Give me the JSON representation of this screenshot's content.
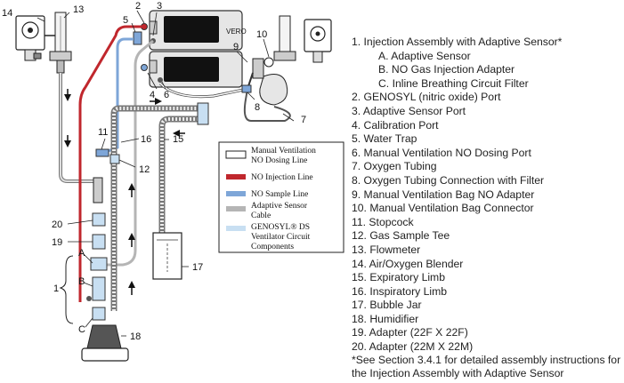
{
  "callouts": {
    "c1": "1",
    "c2": "2",
    "c3": "3",
    "c4": "4",
    "c5": "5",
    "c6": "6",
    "c7": "7",
    "c8": "8",
    "c9": "9",
    "c10": "10",
    "c11": "11",
    "c12": "12",
    "c13": "13",
    "c14": "14",
    "c15": "15",
    "c16": "16",
    "c17": "17",
    "c18": "18",
    "c19": "19",
    "c20": "20",
    "cA": "A",
    "cB": "B",
    "cC": "C"
  },
  "device_brand": "VERO",
  "legend": {
    "manual": "Manual Ventilation",
    "manual2": "NO Dosing Line",
    "injection": "NO Injection Line",
    "sample": "NO Sample Line",
    "sensor": "Adaptive Sensor",
    "sensor2": "Cable",
    "circuit": "GENOSYL® DS",
    "circuit2": "Ventilator Circuit",
    "circuit3": "Components"
  },
  "legend_colors": {
    "manual": "#ffffff",
    "injection": "#c0272d",
    "sample": "#7ea6d8",
    "sensor": "#b5b5b5",
    "circuit": "#c8dff2"
  },
  "parts": [
    "1. Injection Assembly with Adaptive Sensor*",
    "A. Adaptive Sensor",
    "B. NO Gas Injection Adapter",
    "C. Inline Breathing Circuit Filter",
    "2. GENOSYL (nitric oxide) Port",
    "3. Adaptive Sensor Port",
    "4. Calibration Port",
    "5. Water Trap",
    "6. Manual Ventilation NO Dosing Port",
    "7. Oxygen Tubing",
    "8. Oxygen Tubing Connection with Filter",
    "9. Manual Ventilation Bag NO Adapter",
    "10. Manual Ventilation Bag Connector",
    "11. Stopcock",
    "12. Gas Sample Tee",
    "13. Flowmeter",
    "14. Air/Oxygen Blender",
    "15. Expiratory Limb",
    "16. Inspiratory Limb",
    "17. Bubble Jar",
    "18. Humidifier",
    "19. Adapter (22F X 22F)",
    "20. Adapter (22M X 22M)"
  ],
  "footnote": [
    "*See Section 3.4.1 for detailed assembly instructions for",
    "the Injection Assembly with Adaptive Sensor"
  ]
}
